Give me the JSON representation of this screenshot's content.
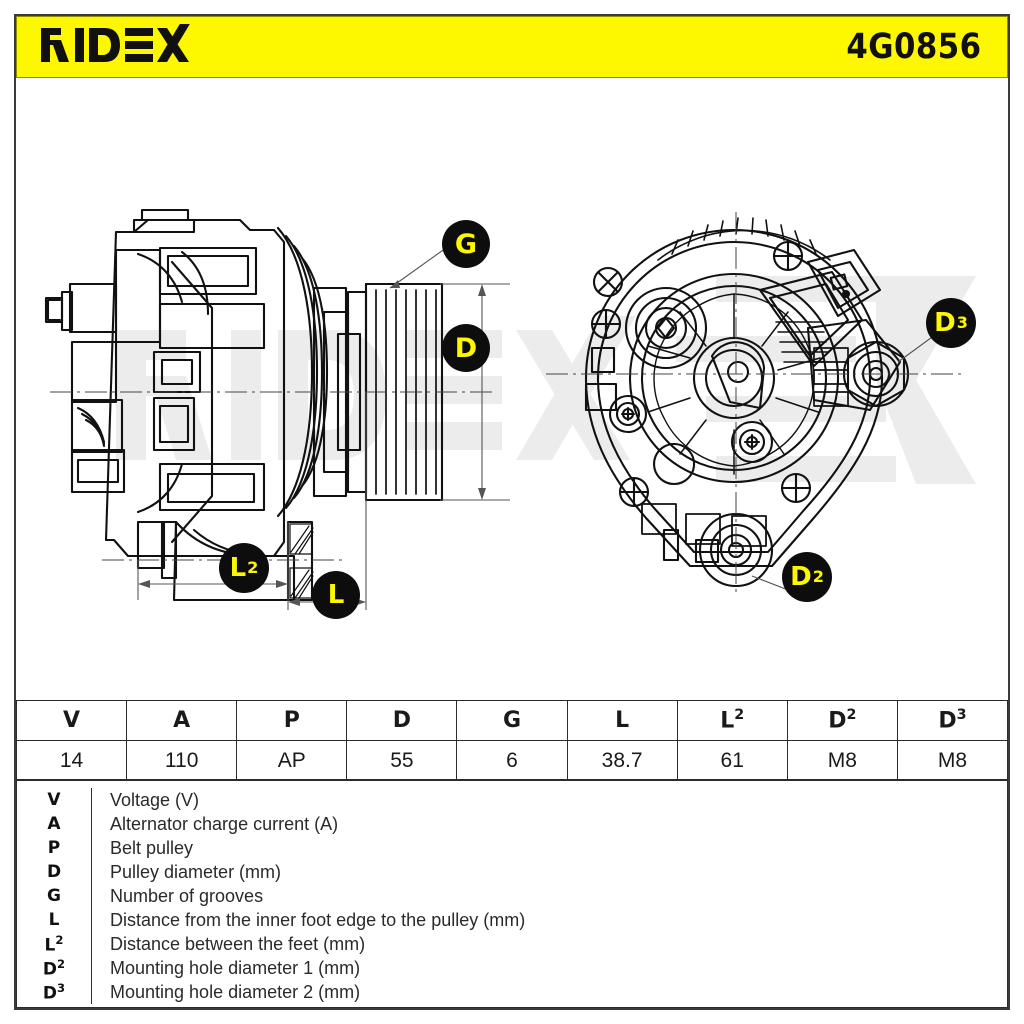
{
  "header": {
    "brand": "RIDEX",
    "part_number": "4G0856",
    "banner_color": "#fdf700",
    "text_color": "#111111"
  },
  "drawing": {
    "watermark_text": "RIDEX",
    "watermark_color": "#ececec",
    "badge_bg": "#0d0d0d",
    "badge_fg": "#fdf700",
    "left_view_name": "alternator-side-view",
    "right_view_name": "alternator-front-view",
    "callouts": [
      {
        "id": "G",
        "label": "G",
        "sup": "",
        "view": "left"
      },
      {
        "id": "D",
        "label": "D",
        "sup": "",
        "view": "left"
      },
      {
        "id": "L2",
        "label": "L",
        "sup": "2",
        "view": "left"
      },
      {
        "id": "L",
        "label": "L",
        "sup": "",
        "view": "left"
      },
      {
        "id": "D3",
        "label": "D",
        "sup": "3",
        "view": "right"
      },
      {
        "id": "D2",
        "label": "D",
        "sup": "2",
        "view": "right"
      }
    ]
  },
  "spec_table": {
    "headers": [
      {
        "label": "V",
        "sup": ""
      },
      {
        "label": "A",
        "sup": ""
      },
      {
        "label": "P",
        "sup": ""
      },
      {
        "label": "D",
        "sup": ""
      },
      {
        "label": "G",
        "sup": ""
      },
      {
        "label": "L",
        "sup": ""
      },
      {
        "label": "L",
        "sup": "2"
      },
      {
        "label": "D",
        "sup": "2"
      },
      {
        "label": "D",
        "sup": "3"
      }
    ],
    "values": [
      "14",
      "110",
      "AP",
      "55",
      "6",
      "38.7",
      "61",
      "M8",
      "M8"
    ]
  },
  "legend": {
    "rows": [
      {
        "key": "V",
        "sup": "",
        "desc": "Voltage (V)"
      },
      {
        "key": "A",
        "sup": "",
        "desc": "Alternator charge current (A)"
      },
      {
        "key": "P",
        "sup": "",
        "desc": "Belt pulley"
      },
      {
        "key": "D",
        "sup": "",
        "desc": "Pulley diameter (mm)"
      },
      {
        "key": "G",
        "sup": "",
        "desc": "Number of grooves"
      },
      {
        "key": "L",
        "sup": "",
        "desc": "Distance from the inner foot edge to the pulley (mm)"
      },
      {
        "key": "L",
        "sup": "2",
        "desc": "Distance between the feet (mm)"
      },
      {
        "key": "D",
        "sup": "2",
        "desc": "Mounting hole diameter 1 (mm)"
      },
      {
        "key": "D",
        "sup": "3",
        "desc": "Mounting hole diameter 2 (mm)"
      }
    ]
  }
}
